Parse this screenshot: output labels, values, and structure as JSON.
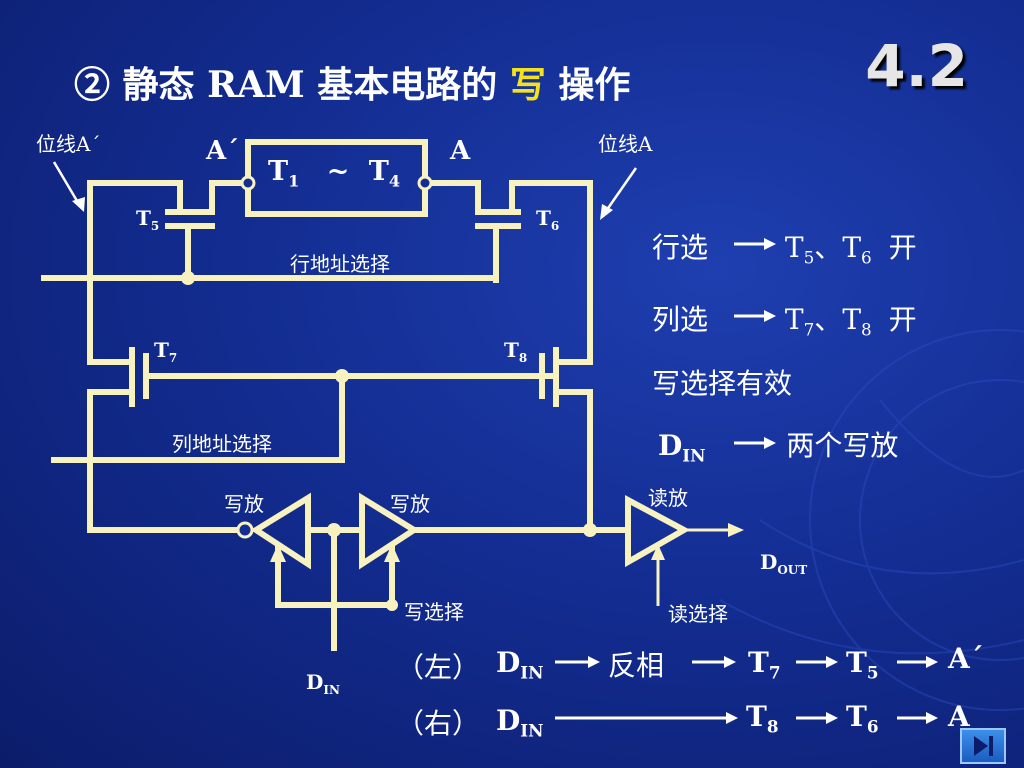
{
  "slide": {
    "section_number": "4.2",
    "title_prefix": "② 静态 RAM 基本电路的",
    "title_highlight": "写",
    "title_suffix": "操作"
  },
  "circuit": {
    "bitline_left": "位线A´",
    "bitline_right": "位线A",
    "node_left": "A´",
    "node_right": "A",
    "cell": {
      "t_a": "T",
      "t_a_sub": "1",
      "tilde": "~",
      "t_b": "T",
      "t_b_sub": "4"
    },
    "t5": {
      "main": "T",
      "sub": "5"
    },
    "t6": {
      "main": "T",
      "sub": "6"
    },
    "t7": {
      "main": "T",
      "sub": "7"
    },
    "t8": {
      "main": "T",
      "sub": "8"
    },
    "row_address_select": "行地址选择",
    "col_address_select": "列地址选择",
    "write_amp_left": "写放",
    "write_amp_right": "写放",
    "read_amp": "读放",
    "write_select": "写选择",
    "read_select": "读选择",
    "din": {
      "main": "D",
      "sub": "IN"
    },
    "dout": {
      "main": "D",
      "sub": "OUT"
    }
  },
  "notes": {
    "row_select": {
      "label": "行选",
      "t1": "T",
      "s1": "5",
      "sep": "、",
      "t2": "T",
      "s2": "6",
      "state": "开"
    },
    "col_select": {
      "label": "列选",
      "t1": "T",
      "s1": "7",
      "sep": "、",
      "t2": "T",
      "s2": "8",
      "state": "开"
    },
    "write_select_valid": "写选择有效",
    "din_line": {
      "d": "D",
      "sub": "IN",
      "text": "两个写放"
    }
  },
  "paths": {
    "left": {
      "side": "（左）",
      "d": "D",
      "sub": "IN",
      "invert": "反相",
      "t7": "T",
      "t7_sub": "7",
      "t5": "T",
      "t5_sub": "5",
      "end": "A´"
    },
    "right": {
      "side": "（右）",
      "d": "D",
      "sub": "IN",
      "t8": "T",
      "t8_sub": "8",
      "t6": "T",
      "t6_sub": "6",
      "end": "A"
    }
  },
  "colors": {
    "wire": "#f7f2c0",
    "title_highlight": "#f4e21c",
    "background": "#132d92"
  },
  "nav": {
    "icon": "next-page-icon"
  }
}
